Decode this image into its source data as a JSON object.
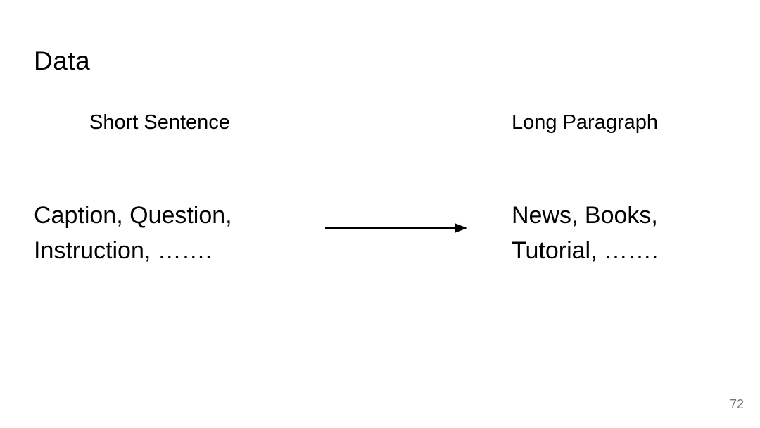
{
  "slide": {
    "title": "Data",
    "left_column": {
      "header": "Short Sentence",
      "line1": "Caption, Question,",
      "line2": "Instruction, ……."
    },
    "right_column": {
      "header": "Long Paragraph",
      "line1": "News, Books,",
      "line2": "Tutorial, ……."
    },
    "arrow": {
      "direction": "right",
      "color": "#000000"
    },
    "page_number": "72",
    "colors": {
      "background": "#ffffff",
      "text": "#000000",
      "page_number": "#757575"
    }
  }
}
